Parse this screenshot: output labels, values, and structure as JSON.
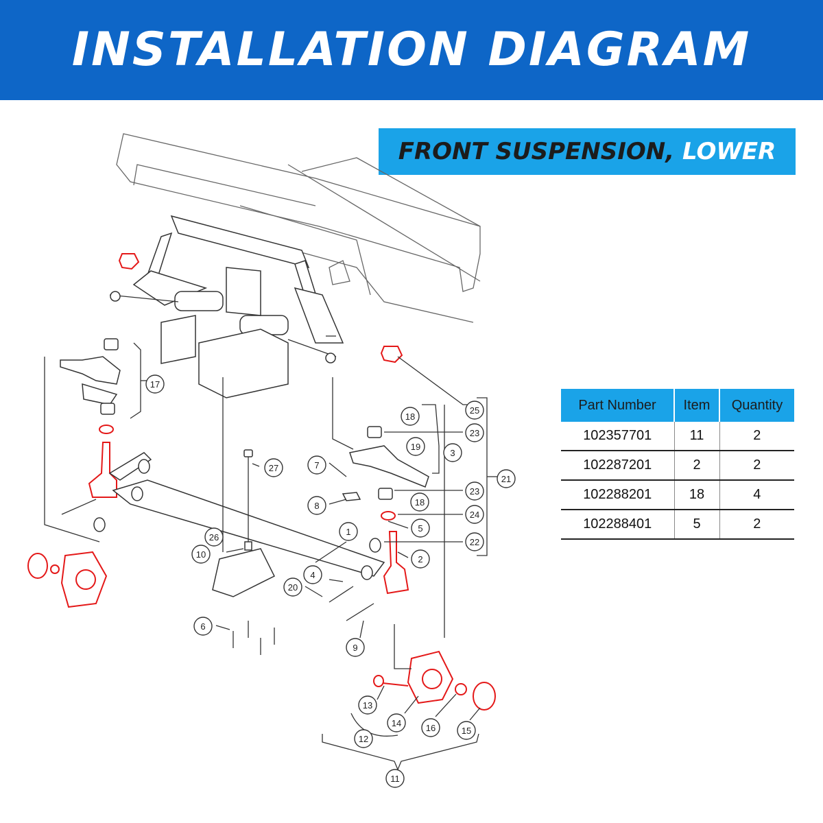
{
  "header": {
    "title": "INSTALLATION DIAGRAM"
  },
  "subtitle": {
    "main": "FRONT SUSPENSION,",
    "accent": "LOWER"
  },
  "callouts": [
    "1",
    "2",
    "3",
    "4",
    "5",
    "6",
    "7",
    "8",
    "9",
    "10",
    "11",
    "12",
    "13",
    "14",
    "15",
    "16",
    "17",
    "18",
    "18",
    "19",
    "20",
    "21",
    "22",
    "23",
    "23",
    "24",
    "25",
    "26",
    "27"
  ],
  "table": {
    "headers": [
      "Part Number",
      "Item",
      "Quantity"
    ],
    "rows": [
      {
        "part_number": "102357701",
        "item": "11",
        "quantity": "2"
      },
      {
        "part_number": "102287201",
        "item": "2",
        "quantity": "2"
      },
      {
        "part_number": "102288201",
        "item": "18",
        "quantity": "4"
      },
      {
        "part_number": "102288401",
        "item": "5",
        "quantity": "2"
      }
    ]
  },
  "colors": {
    "header_bg": "#0e66c7",
    "accent_blue": "#1aa3e8",
    "highlight_red": "#e41818"
  }
}
